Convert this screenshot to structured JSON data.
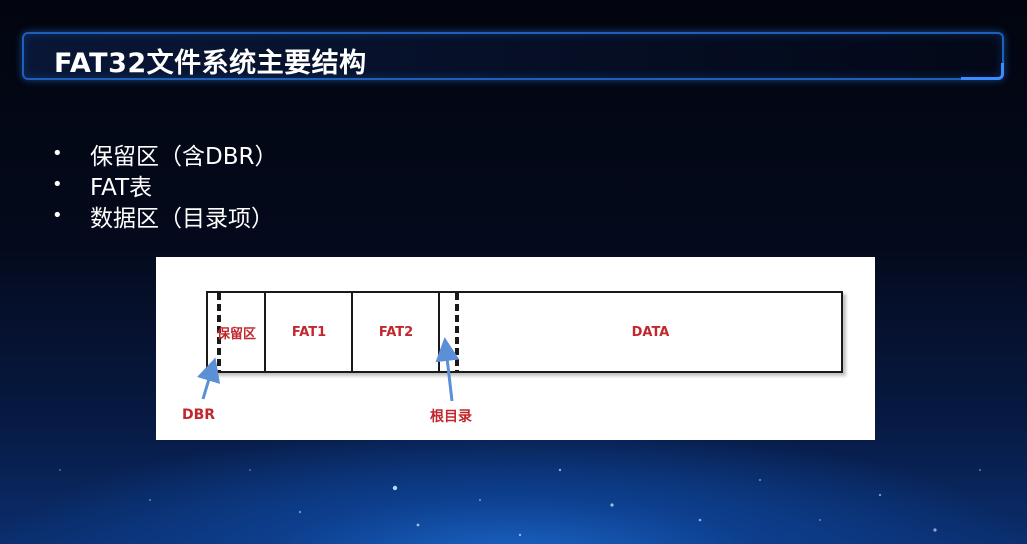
{
  "slide": {
    "title": "FAT32文件系统主要结构"
  },
  "bullets": [
    {
      "marker": "•",
      "text": "保留区（含DBR）"
    },
    {
      "marker": "•",
      "text": "FAT表"
    },
    {
      "marker": "•",
      "text": "数据区（目录项）"
    }
  ],
  "diagram": {
    "segments": [
      "保留区",
      "FAT1",
      "FAT2",
      "DATA"
    ],
    "callouts": {
      "dbr": "DBR",
      "root_dir": "根目录"
    },
    "colors": {
      "label": "#c0282d",
      "arrow": "#5b8fd6",
      "border": "#1a1a1a"
    }
  }
}
